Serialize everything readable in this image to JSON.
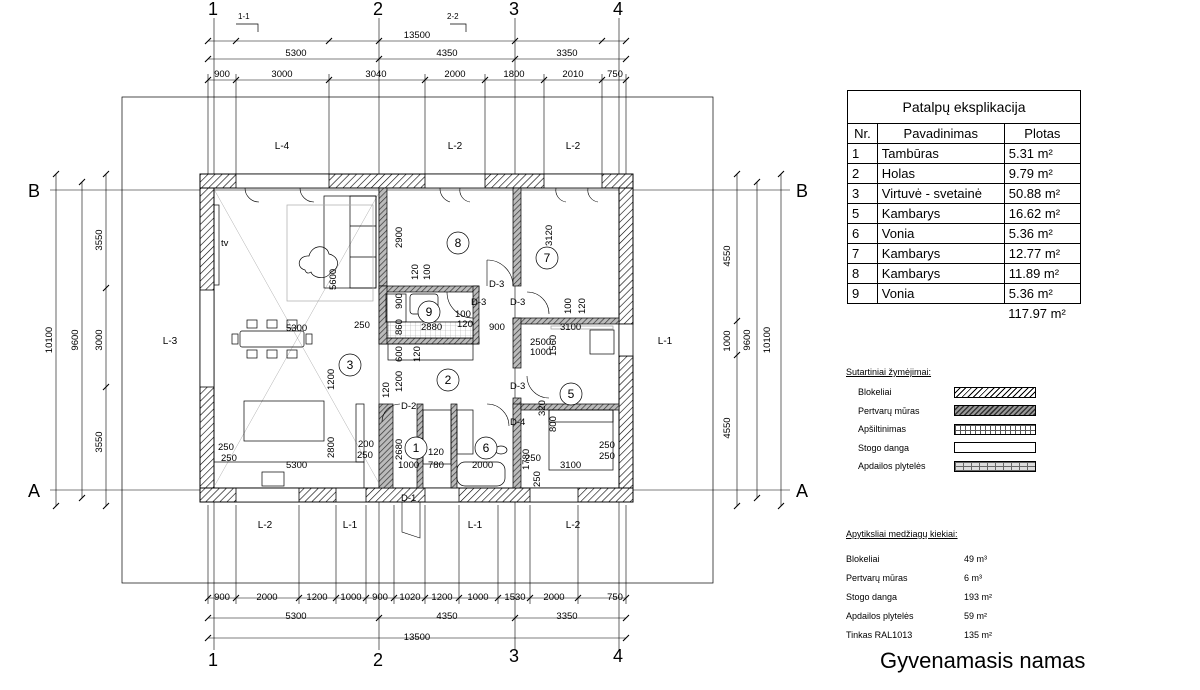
{
  "title": "Gyvenamasis namas",
  "axes": {
    "top": [
      "1",
      "2",
      "3",
      "4"
    ],
    "bottom": [
      "1",
      "2",
      "3",
      "4"
    ],
    "left": [
      "B",
      "A"
    ],
    "right": [
      "B",
      "A"
    ]
  },
  "sections": [
    "1-1",
    "2-2"
  ],
  "dims": {
    "overall": "13500",
    "top_mid": [
      "5300",
      "4350",
      "3350"
    ],
    "top_detail": [
      "900",
      "3000",
      "3040",
      "2000",
      "1800",
      "2010",
      "750"
    ],
    "bottom_detail": [
      "900",
      "2000",
      "1200",
      "1000",
      "900",
      "1020",
      "1200",
      "1000",
      "1530",
      "2000",
      "750"
    ],
    "bottom_mid": [
      "5300",
      "4350",
      "3350"
    ],
    "left_outer": "10100",
    "left_mid": "9600",
    "left_parts": [
      "3550",
      "3000",
      "3550"
    ],
    "right_outer": "10100",
    "right_mid": "9600",
    "right_parts": [
      "4550",
      "1000",
      "4550"
    ]
  },
  "roofs": {
    "L4": "L-4",
    "L2": "L-2",
    "L3": "L-3",
    "L1": "L-1"
  },
  "room_numbers": [
    "8",
    "7",
    "9",
    "3",
    "2",
    "5",
    "1",
    "6"
  ],
  "door_labels": [
    "D-3",
    "D-3",
    "D-3",
    "D-3",
    "D-2",
    "D-4",
    "D-1"
  ],
  "inner_dims": {
    "r3_h": "5600",
    "r3_w": "5300",
    "r3_250": "250",
    "r3_1200": "1200",
    "r3_2800": "2800",
    "r3_w2": "5300",
    "r3_250a": "250",
    "r3_250b": "250",
    "r3_200": "200",
    "r3_250c": "250",
    "tv": "tv",
    "r8_2900": "2900",
    "r8_120": "120",
    "r8_100": "100",
    "r7_3120": "3120",
    "r7_100": "100",
    "r7_120": "120",
    "r9_900": "900",
    "r9_860": "860",
    "r9_2880": "2880",
    "r9_100": "100",
    "r9_120": "120",
    "r9_900b": "900",
    "r9_600": "600",
    "r9_120b": "120",
    "r5_3100": "3100",
    "r5_2500": "2500",
    "r5_1000": "1000",
    "r5_1560": "1560",
    "r5_320": "320",
    "r5_800": "800",
    "r5_250": "250",
    "r5_3100b": "3100",
    "r5_1780": "1780",
    "r5_250b": "250",
    "r5_250c": "250",
    "r1_120": "120",
    "r1_1200": "1200",
    "r1_2680": "2680",
    "r1_1000": "1000",
    "r1_120b": "120",
    "r1_780": "780",
    "r6_2000": "2000",
    "r6_250": "250"
  },
  "explication": {
    "title": "Patalpų eksplikacija",
    "headers": [
      "Nr.",
      "Pavadinimas",
      "Plotas"
    ],
    "rows": [
      [
        "1",
        "Tambūras",
        "5.31 m²"
      ],
      [
        "2",
        "Holas",
        "9.79 m²"
      ],
      [
        "3",
        "Virtuvė - svetainė",
        "50.88 m²"
      ],
      [
        "5",
        "Kambarys",
        "16.62 m²"
      ],
      [
        "6",
        "Vonia",
        "5.36 m²"
      ],
      [
        "7",
        "Kambarys",
        "12.77 m²"
      ],
      [
        "8",
        "Kambarys",
        "11.89 m²"
      ],
      [
        "9",
        "Vonia",
        "5.36 m²"
      ]
    ],
    "total": "117.97 m²"
  },
  "legend": {
    "title": "Sutartiniai žymėjimai:",
    "items": [
      "Blokeliai",
      "Pertvarų mūras",
      "Apšiltinimas",
      "Stogo danga",
      "Apdailos plytelės"
    ]
  },
  "materials": {
    "title": "Apytiksliai medžiagų kiekiai:",
    "rows": [
      [
        "Blokeliai",
        "49 m³"
      ],
      [
        "Pertvarų mūras",
        "6 m³"
      ],
      [
        "Stogo danga",
        "193 m²"
      ],
      [
        "Apdailos plytelės",
        "59 m²"
      ],
      [
        "Tinkas RAL1013",
        "135 m²"
      ]
    ]
  }
}
